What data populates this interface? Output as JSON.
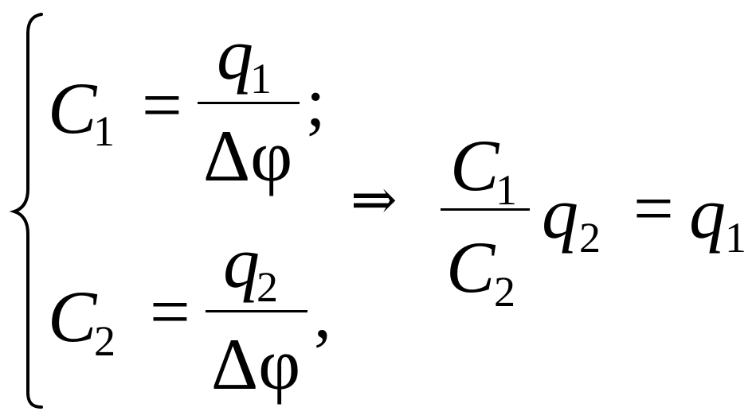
{
  "system": {
    "row1": {
      "capacitor": "C",
      "capacitor_sub": "1",
      "equals": "=",
      "numerator": "q",
      "numerator_sub": "1",
      "denominator": "Δφ",
      "punct": ";"
    },
    "row2": {
      "capacitor": "C",
      "capacitor_sub": "2",
      "equals": "=",
      "numerator": "q",
      "numerator_sub": "2",
      "denominator": "Δφ",
      "punct": ","
    }
  },
  "implies": "⇒",
  "result": {
    "frac_num": "C",
    "frac_num_sub": "1",
    "frac_den": "C",
    "frac_den_sub": "2",
    "charge": "q",
    "charge_sub": "2",
    "equals": "=",
    "rhs": "q",
    "rhs_sub": "1"
  }
}
